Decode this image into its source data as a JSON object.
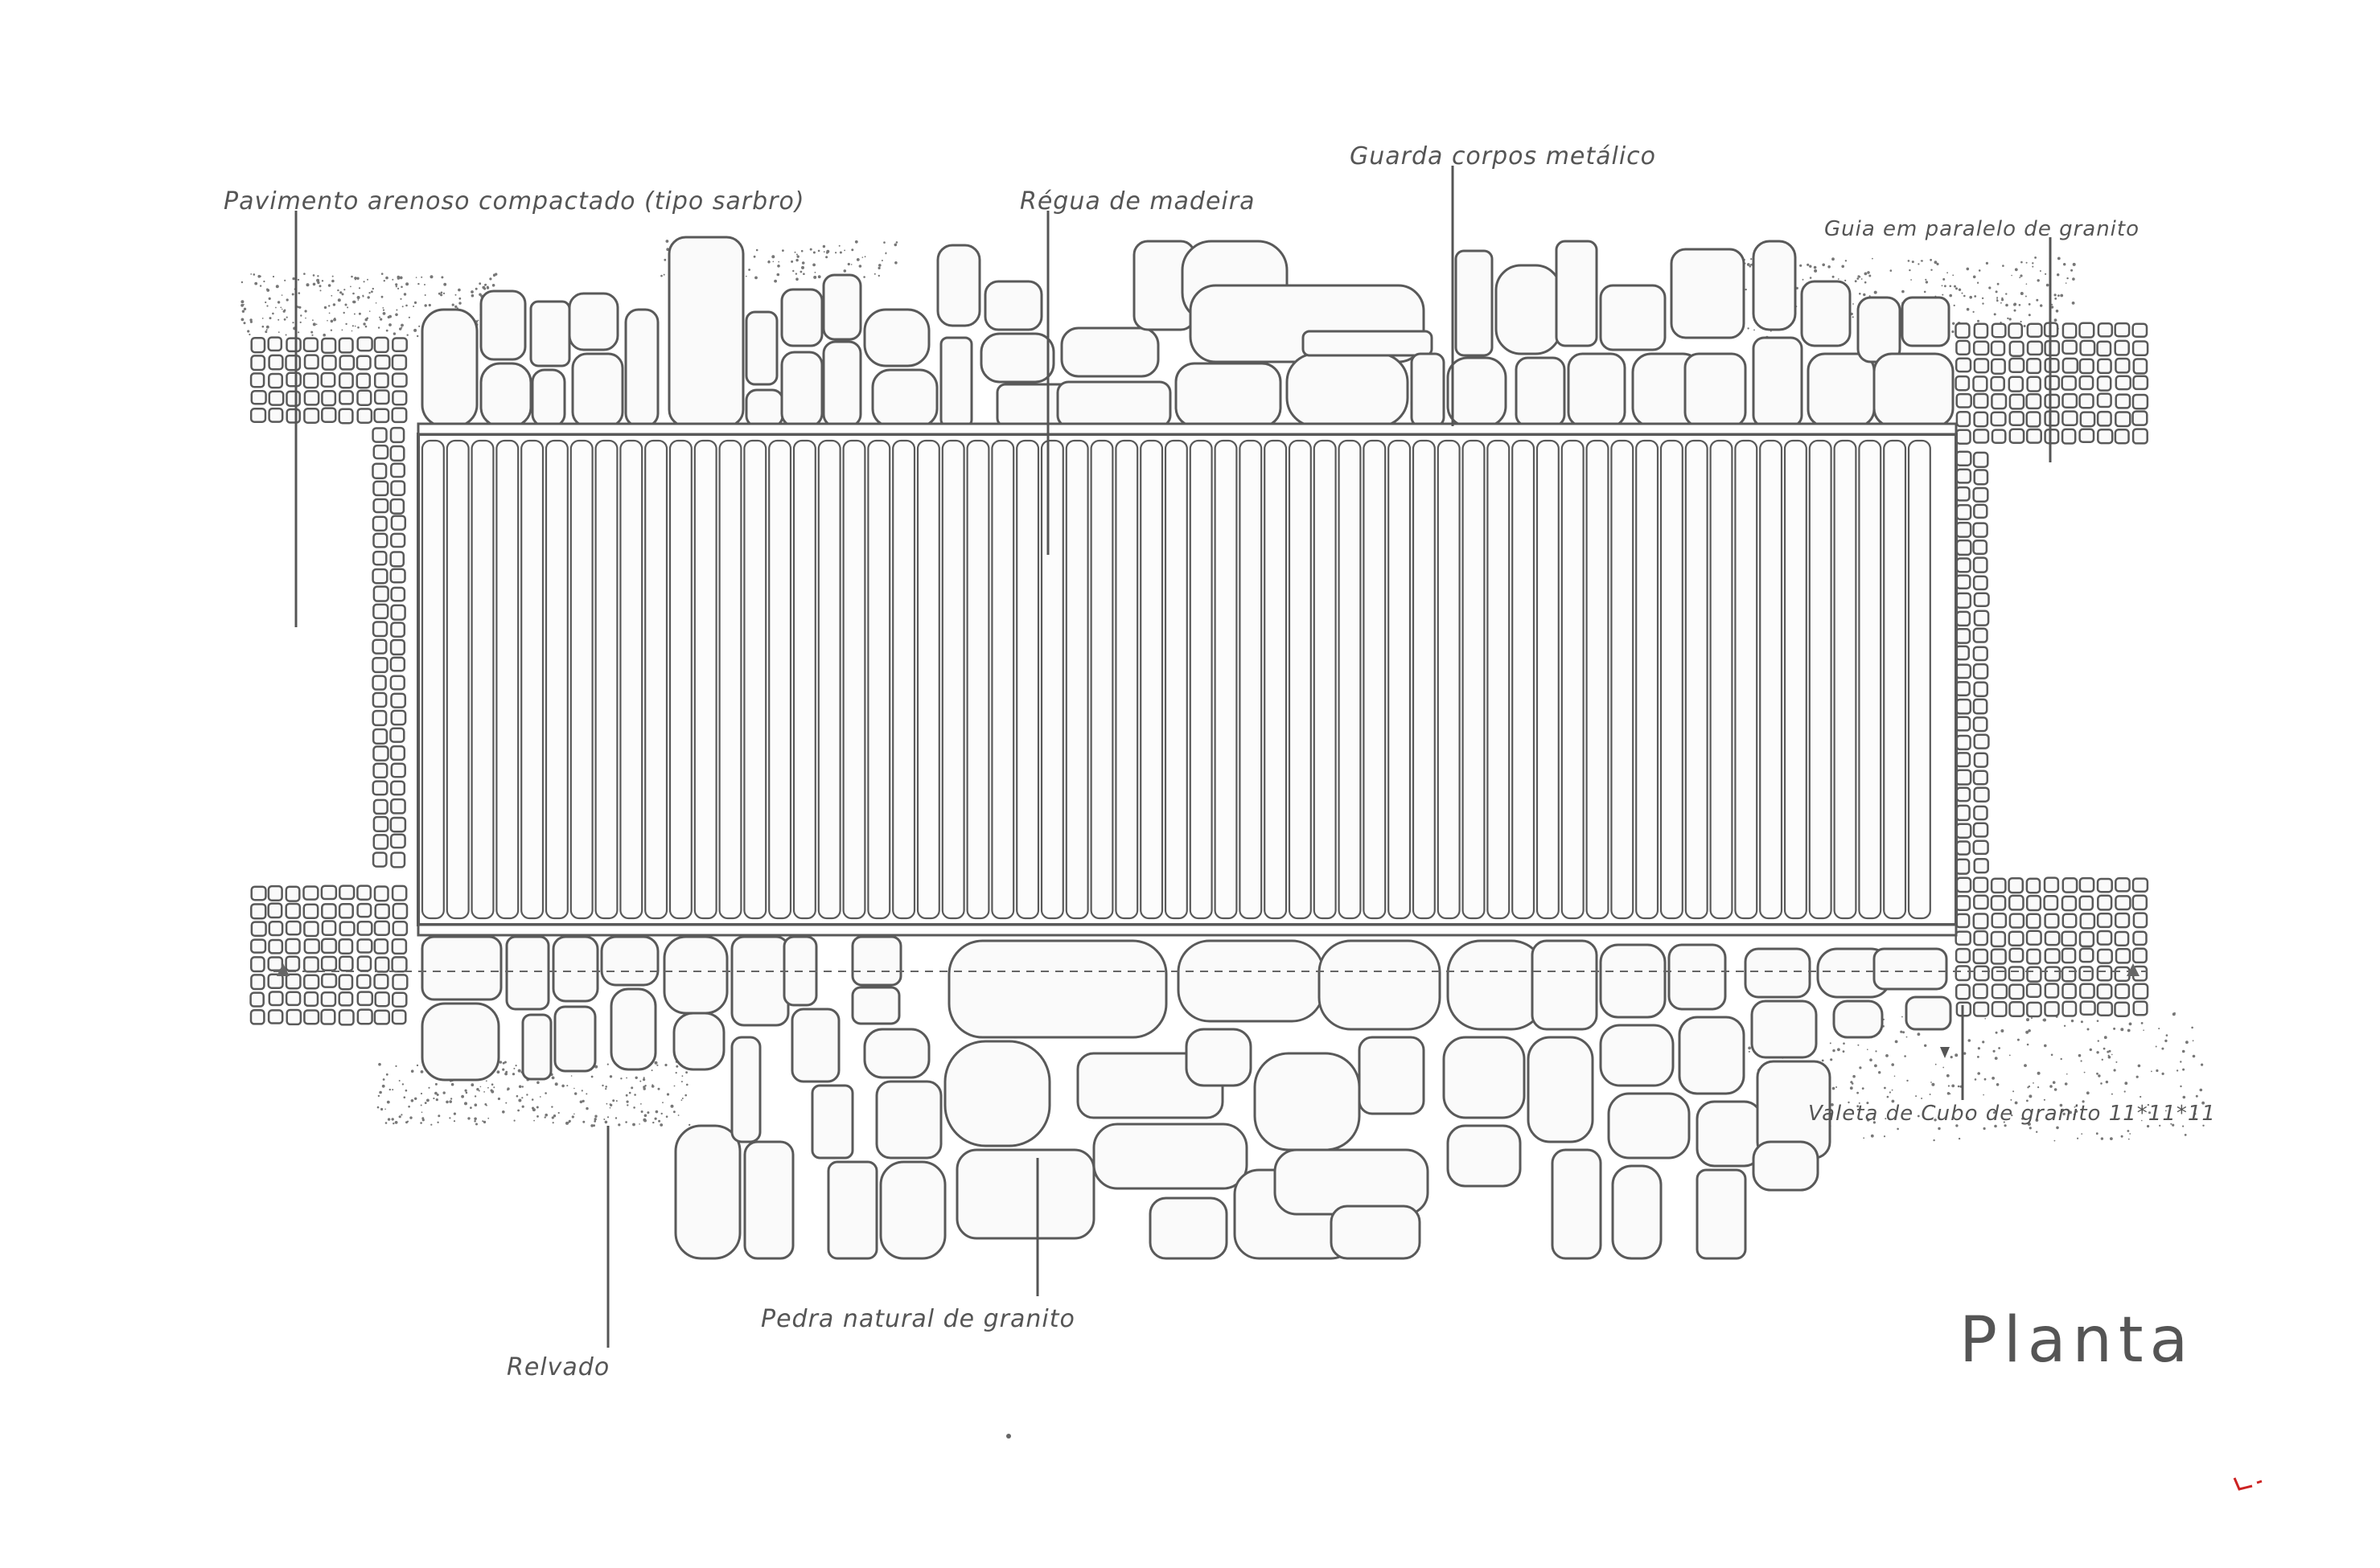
{
  "labels": {
    "pavimento": "Pavimento arenoso compactado (tipo sarbro)",
    "regua": "Régua de madeira",
    "guarda": "Guarda corpos metálico",
    "guia": "Guia em paralelo de granito",
    "valeta": "Valeta de Cubo de granito 11*11*11",
    "pedra": "Pedra natural de granito",
    "relvado": "Relvado"
  },
  "title": "Planta",
  "colors": {
    "stroke": "#595959",
    "fill": "#fafafa",
    "text": "#555555",
    "accent": "#cc2222"
  }
}
